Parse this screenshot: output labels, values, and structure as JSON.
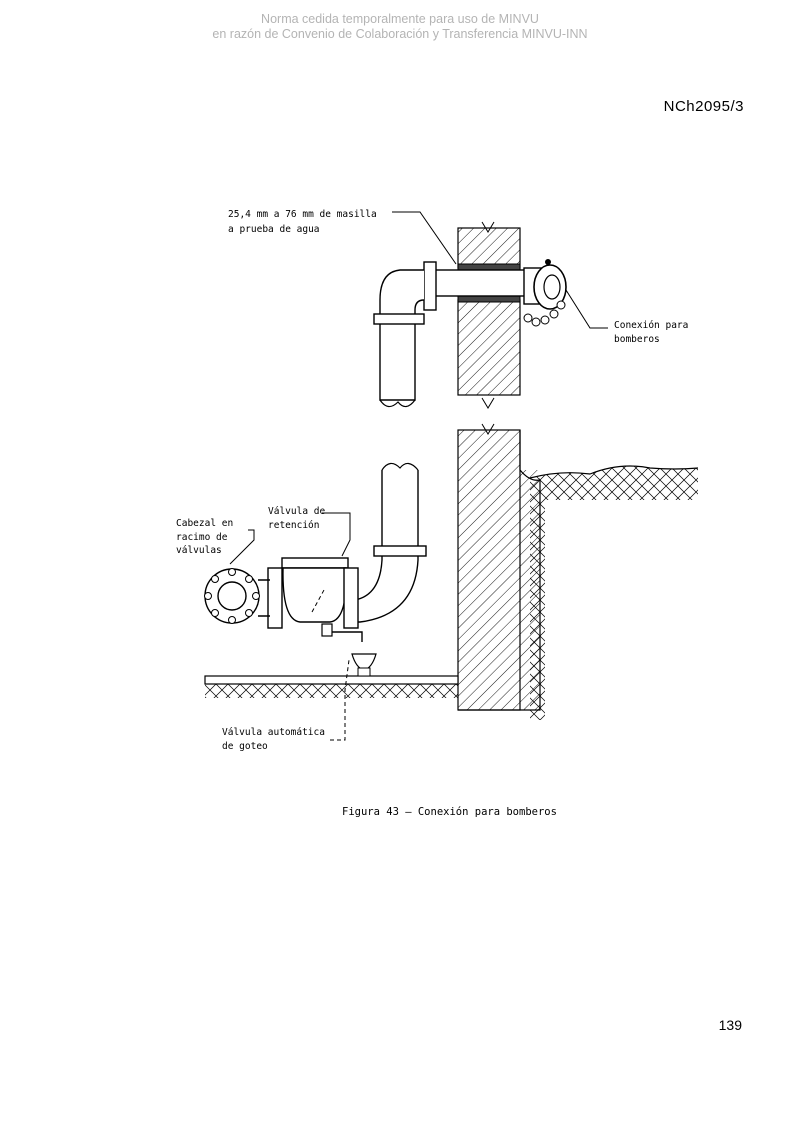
{
  "watermark": {
    "line1": "Norma cedida temporalmente para uso de MINVU",
    "line2": "en razón de Convenio de Colaboración y Transferencia MINVU-INN"
  },
  "header": {
    "document_code": "NCh2095/3"
  },
  "figure": {
    "labels": {
      "gasket_line1": "25,4 mm a 76 mm de masilla",
      "gasket_line2": "a prueba de agua",
      "connection_line1": "Conexión para",
      "connection_line2": "bomberos",
      "valve_header_line1": "Cabezal en",
      "valve_header_line2": "racimo de",
      "valve_header_line3": "válvulas",
      "check_valve_line1": "Válvula de",
      "check_valve_line2": "retención",
      "drip_valve_line1": "Válvula automática",
      "drip_valve_line2": "de goteo"
    },
    "caption": "Figura 43 – Conexión para bomberos"
  },
  "footer": {
    "page_number": "139"
  }
}
